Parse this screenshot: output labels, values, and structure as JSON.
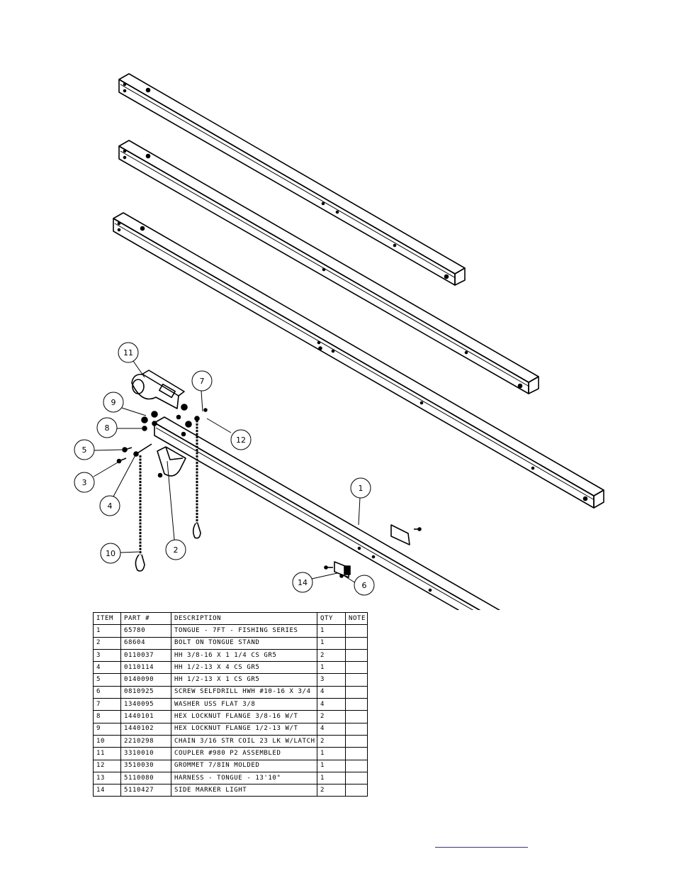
{
  "callouts": [
    "11",
    "9",
    "8",
    "5",
    "3",
    "4",
    "7",
    "12",
    "2",
    "10",
    "1",
    "14",
    "6"
  ],
  "bom": {
    "headers": [
      "ITEM",
      "PART #",
      "DESCRIPTION",
      "QTY",
      "NOTE"
    ],
    "rows": [
      {
        "item": "1",
        "part": "65780",
        "desc": "TONGUE - 7FT - FISHING SERIES",
        "qty": "1",
        "note": ""
      },
      {
        "item": "2",
        "part": "68604",
        "desc": "BOLT ON TONGUE STAND",
        "qty": "1",
        "note": ""
      },
      {
        "item": "3",
        "part": "0110037",
        "desc": "HH 3/8-16 X 1 1/4 CS GR5",
        "qty": "2",
        "note": ""
      },
      {
        "item": "4",
        "part": "0110114",
        "desc": "HH 1/2-13 X 4 CS GR5",
        "qty": "1",
        "note": ""
      },
      {
        "item": "5",
        "part": "0140090",
        "desc": "HH 1/2-13 X 1 CS GR5",
        "qty": "3",
        "note": ""
      },
      {
        "item": "6",
        "part": "0810925",
        "desc": "SCREW SELFDRILL HWH #10-16 X 3/4",
        "qty": "4",
        "note": ""
      },
      {
        "item": "7",
        "part": "1340095",
        "desc": "WASHER USS FLAT 3/8",
        "qty": "4",
        "note": ""
      },
      {
        "item": "8",
        "part": "1440101",
        "desc": "HEX LOCKNUT FLANGE 3/8-16 W/T",
        "qty": "2",
        "note": ""
      },
      {
        "item": "9",
        "part": "1440102",
        "desc": "HEX LOCKNUT FLANGE 1/2-13 W/T",
        "qty": "4",
        "note": ""
      },
      {
        "item": "10",
        "part": "2210298",
        "desc": "CHAIN 3/16 STR COIL 23 LK W/LATCH",
        "qty": "2",
        "note": ""
      },
      {
        "item": "11",
        "part": "3310010",
        "desc": "COUPLER #980 P2 ASSEMBLED",
        "qty": "1",
        "note": ""
      },
      {
        "item": "12",
        "part": "3510030",
        "desc": "GROMMET  7/8IN MOLDED",
        "qty": "1",
        "note": ""
      },
      {
        "item": "13",
        "part": "5110080",
        "desc": "HARNESS - TONGUE - 13'10\"",
        "qty": "1",
        "note": ""
      },
      {
        "item": "14",
        "part": "5110427",
        "desc": "SIDE MARKER LIGHT",
        "qty": "2",
        "note": ""
      }
    ]
  },
  "link_color": "#2b2bd0"
}
